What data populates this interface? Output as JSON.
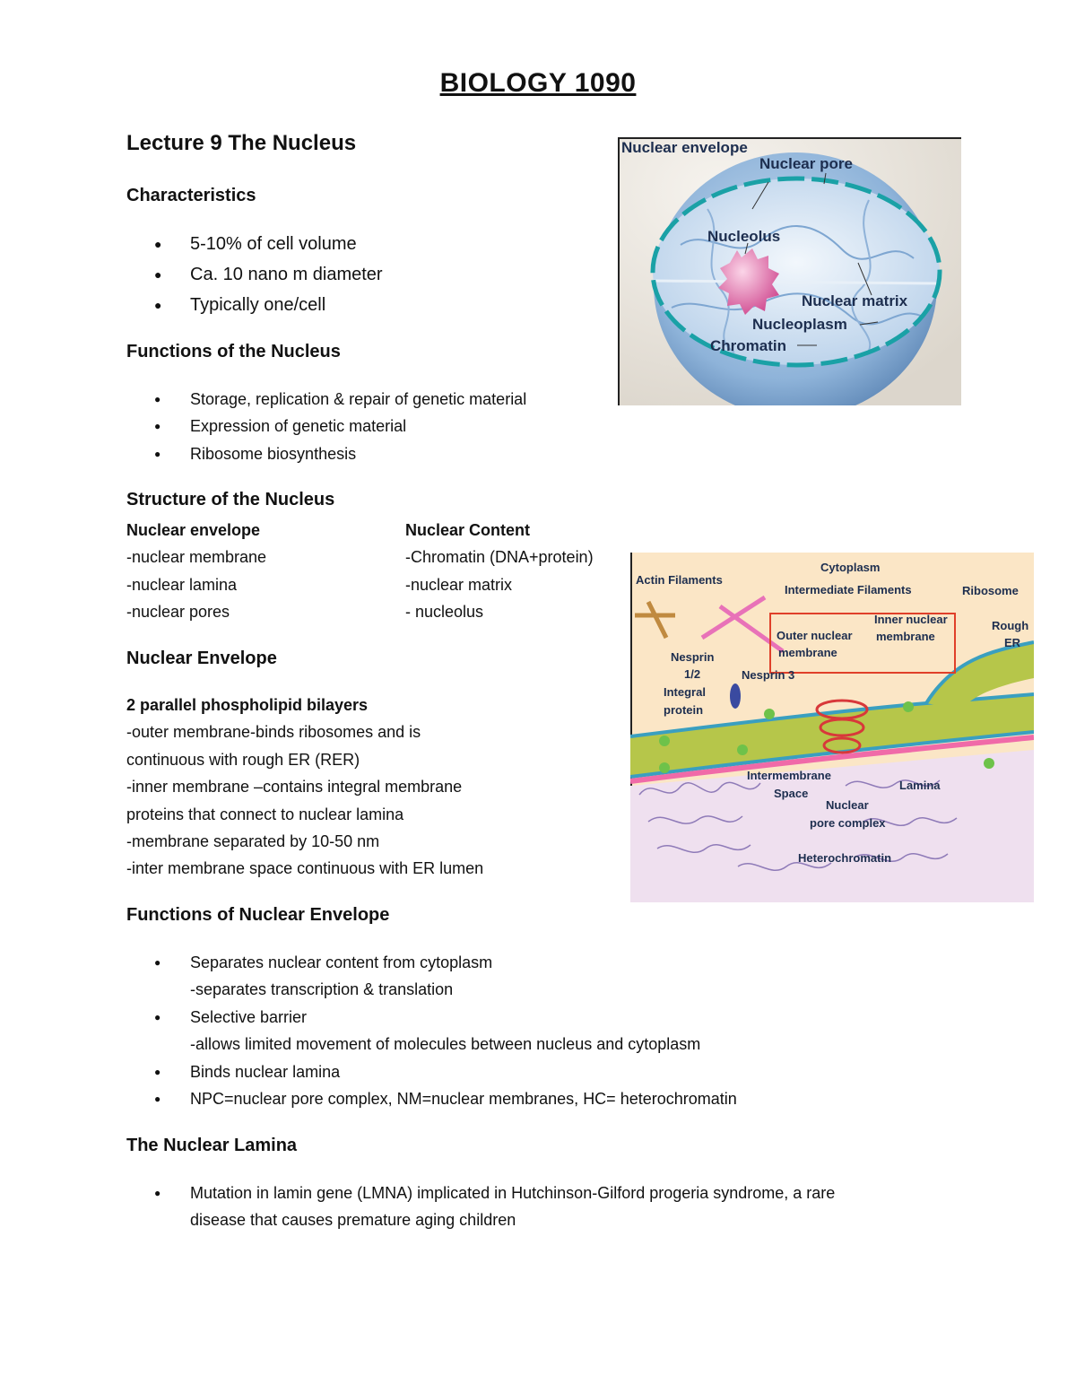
{
  "title": "BIOLOGY 1090",
  "lecture_heading": "Lecture 9 The Nucleus",
  "characteristics": {
    "heading": "Characteristics",
    "items": [
      "5-10% of cell volume",
      "Ca. 10 nano m diameter",
      "Typically one/cell"
    ]
  },
  "functions": {
    "heading": "Functions of the Nucleus",
    "items": [
      "Storage, replication & repair of genetic material",
      "Expression of genetic material",
      "Ribosome biosynthesis"
    ]
  },
  "structure": {
    "heading": "Structure of the Nucleus",
    "left_header": "Nuclear envelope",
    "left_items": [
      "-nuclear membrane",
      "-nuclear lamina",
      "-nuclear pores"
    ],
    "right_header": "Nuclear Content",
    "right_items": [
      "-Chromatin (DNA+protein)",
      "-nuclear matrix",
      "- nucleolus"
    ]
  },
  "envelope": {
    "heading": "Nuclear Envelope",
    "subheading": "2 parallel phospholipid bilayers",
    "lines": [
      "-outer membrane-binds ribosomes and is",
      "continuous with rough ER (RER)",
      "-inner membrane –contains integral membrane",
      "proteins that connect to nuclear lamina",
      "-membrane separated by 10-50 nm",
      "-inter membrane space continuous with ER lumen"
    ]
  },
  "envelope_functions": {
    "heading": "Functions of Nuclear Envelope",
    "items": [
      {
        "text": "Separates nuclear content from cytoplasm",
        "sub": "-separates transcription & translation"
      },
      {
        "text": "Selective barrier",
        "sub": "-allows limited movement of molecules between nucleus and cytoplasm"
      },
      {
        "text": "Binds nuclear lamina",
        "sub": ""
      },
      {
        "text": "NPC=nuclear pore complex, NM=nuclear membranes, HC= heterochromatin",
        "sub": ""
      }
    ]
  },
  "lamina": {
    "heading": "The Nuclear Lamina",
    "item_line1": "Mutation in lamin gene (LMNA) implicated in Hutchinson-Gilford progeria syndrome, a rare",
    "item_line2": "disease that causes premature aging children"
  },
  "figure1": {
    "labels": {
      "envelope": "Nuclear envelope",
      "pore": "Nuclear pore",
      "nucleolus": "Nucleolus",
      "matrix": "Nuclear matrix",
      "nucleoplasm": "Nucleoplasm",
      "chromatin": "Chromatin"
    }
  },
  "figure2": {
    "labels": {
      "cytoplasm": "Cytoplasm",
      "actin": "Actin Filaments",
      "intermediate": "Intermediate Filaments",
      "ribosome": "Ribosome",
      "rough": "Rough",
      "er": "ER",
      "inner1": "Inner nuclear",
      "inner2": "membrane",
      "outer1": "Outer nuclear",
      "outer2": "membrane",
      "nesprin12a": "Nesprin",
      "nesprin12b": "1/2",
      "nesprin12c": "Integral",
      "nesprin12d": "protein",
      "nesprin3": "Nesprin 3",
      "intermembrane1": "Intermembrane",
      "intermembrane2": "Space",
      "npc1": "Nuclear",
      "npc2": "pore complex",
      "lamina": "Lamina",
      "heterochromatin": "Heterochromatin"
    }
  }
}
